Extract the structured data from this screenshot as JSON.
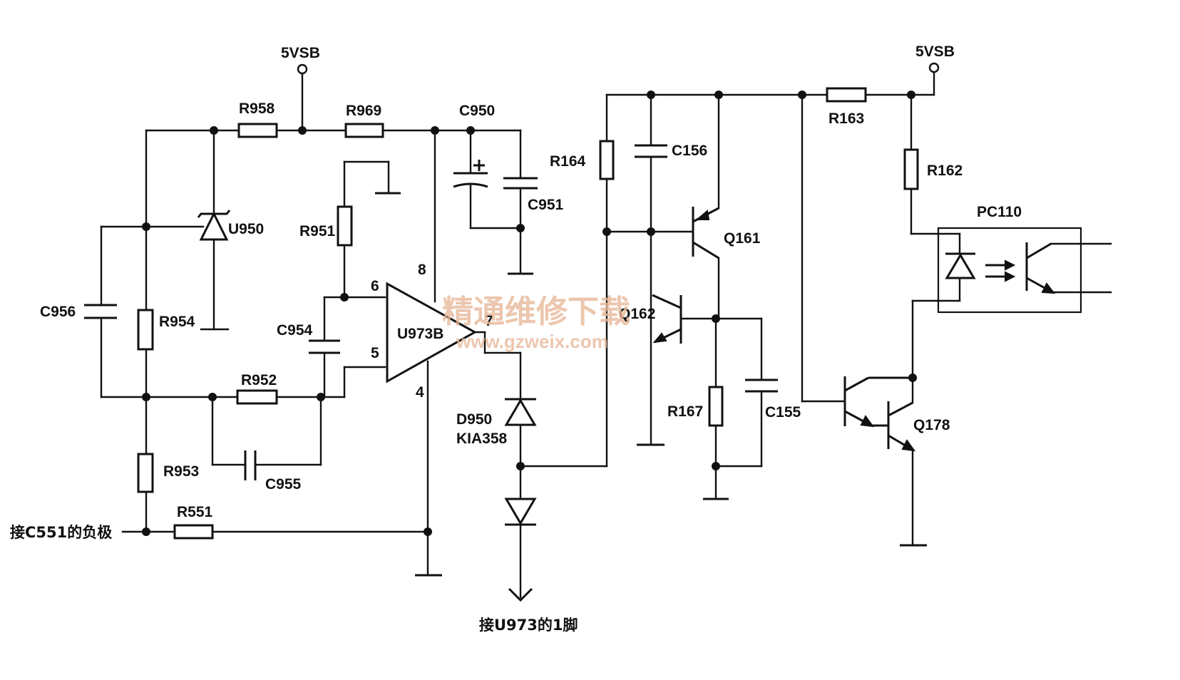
{
  "labels": {
    "vsb_left": "5VSB",
    "vsb_right": "5VSB",
    "r958": "R958",
    "r969": "R969",
    "c950": "C950",
    "c951": "C951",
    "r951": "R951",
    "u950": "U950",
    "c956": "C956",
    "r954": "R954",
    "c954": "C954",
    "r952": "R952",
    "c955": "C955",
    "r953": "R953",
    "r551": "R551",
    "input_note": "接C551的负极",
    "u973b": "U973B",
    "pin8": "8",
    "pin6": "6",
    "pin5": "5",
    "pin4": "4",
    "pin7": "7",
    "d950": "D950",
    "kia358": "KIA358",
    "output_note": "接U973的1脚",
    "r164": "R164",
    "c156": "C156",
    "q161": "Q161",
    "q162": "Q162",
    "r167": "R167",
    "c155": "C155",
    "r163": "R163",
    "r162": "R162",
    "pc110": "PC110",
    "q178": "Q178"
  },
  "watermark": {
    "text": "精通维修下载",
    "url": "www.gzweix.com",
    "color": "#e8b89a"
  }
}
